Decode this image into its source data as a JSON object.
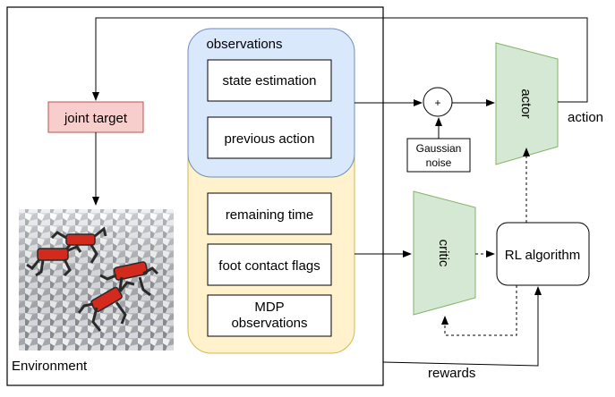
{
  "environment": {
    "caption": "Environment",
    "joint_target_label": "joint target"
  },
  "observations": {
    "title": "observations",
    "items": [
      "state estimation",
      "previous action",
      "remaining time",
      "foot contact flags",
      "MDP observations"
    ]
  },
  "noise": {
    "sum_symbol": "+",
    "label_line1": "Gaussian",
    "label_line2": "noise"
  },
  "actor": {
    "label": "actor"
  },
  "critic": {
    "label": "critic"
  },
  "rl_algorithm": {
    "label": "RL algorithm"
  },
  "edges": {
    "action_label": "action",
    "rewards_label": "rewards"
  },
  "colors": {
    "actor_critic_fill": "#d5e8d4",
    "actor_critic_stroke": "#82b366",
    "observations_blue_fill": "#dae8fc",
    "observations_blue_stroke": "#6c8ebf",
    "observations_yellow_fill": "#fff2cc",
    "observations_yellow_stroke": "#d6b656",
    "joint_target_fill": "#f8cecc",
    "joint_target_stroke": "#b85450",
    "robot_red": "#d42a1e",
    "robot_dark": "#2a2a2a"
  }
}
